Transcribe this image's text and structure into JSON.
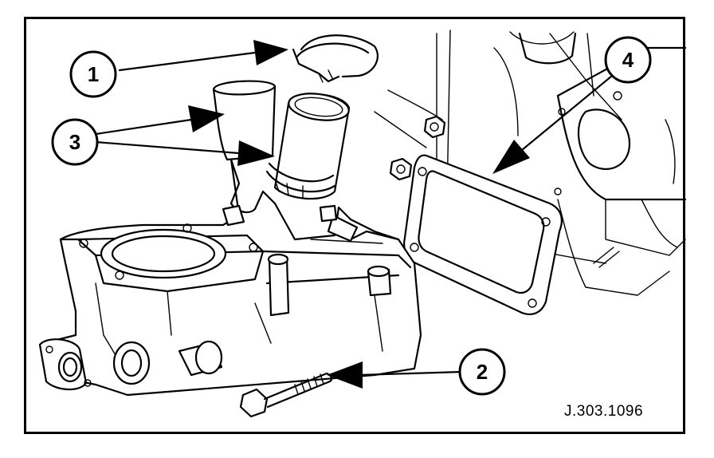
{
  "figure": {
    "reference_code": "J.303.1096",
    "callouts": [
      {
        "id": "callout-1",
        "label": "1"
      },
      {
        "id": "callout-2",
        "label": "2"
      },
      {
        "id": "callout-3",
        "label": "3"
      },
      {
        "id": "callout-4",
        "label": "4"
      }
    ]
  }
}
